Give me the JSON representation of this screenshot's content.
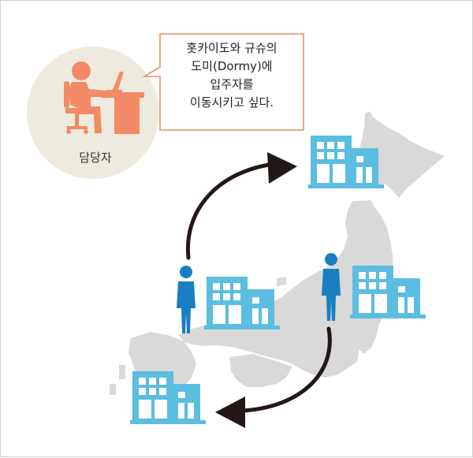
{
  "colors": {
    "circle_bg": "#efeadf",
    "person_orange": "#f28b65",
    "bubble_border": "#f28b65",
    "map_gray": "#d9d9d9",
    "building_blue": "#5bbde0",
    "person_blue": "#1a7fc2",
    "arrow": "#231815"
  },
  "icons": [
    "desk-worker-icon",
    "speech-bubble",
    "building-icon",
    "person-icon",
    "curved-arrow-icon",
    "japan-map"
  ],
  "role_label": "담당자",
  "speech_lines": [
    "홋카이도와 규슈의",
    "도미(Dormy)에",
    "입주자를",
    "이동시키고 싶다."
  ]
}
